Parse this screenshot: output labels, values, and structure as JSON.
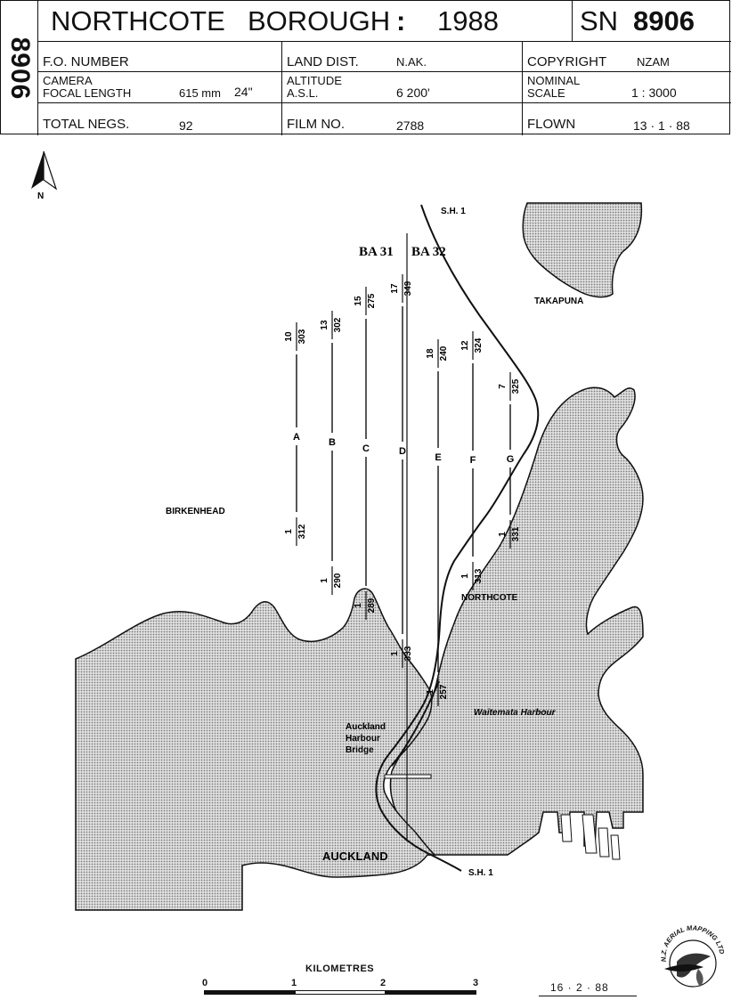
{
  "sheet": {
    "side_code": "8906",
    "title_left": "NORTHCOTE",
    "title_mid": "BOROUGH",
    "title_colon": ":",
    "title_year": "1988",
    "sn_label": "SN",
    "sn_value": "8906"
  },
  "info": {
    "fo_number_label": "F.O. NUMBER",
    "land_dist_label": "LAND DIST.",
    "land_dist_value": "N.AK.",
    "copyright_label": "COPYRIGHT",
    "copyright_value": "NZAM",
    "camera_label_1": "CAMERA",
    "camera_label_2": "FOCAL LENGTH",
    "focal_mm": "615 mm",
    "focal_in": "24\"",
    "altitude_label_1": "ALTITUDE",
    "altitude_label_2": "A.S.L.",
    "altitude_value": "6 200'",
    "scale_label_1": "NOMINAL",
    "scale_label_2": "SCALE",
    "scale_value": "1 : 3000",
    "total_negs_label": "TOTAL NEGS.",
    "total_negs_value": "92",
    "film_no_label": "FILM NO.",
    "film_no_value": "2788",
    "flown_label": "FLOWN",
    "flown_value": "13 · 1 · 88"
  },
  "map": {
    "north_label": "N",
    "sh1_north": "S.H. 1",
    "sh1_south": "S.H. 1",
    "ba31": "BA 31",
    "ba32": "BA 32",
    "takapuna": "TAKAPUNA",
    "birkenhead": "BIRKENHEAD",
    "northcote": "NORTHCOTE",
    "harbour": "Waitemata Harbour",
    "bridge_1": "Auckland",
    "bridge_2": "Harbour",
    "bridge_3": "Bridge",
    "auckland": "AUCKLAND",
    "land_color": "#bdbdbd",
    "runs": [
      {
        "name": "A",
        "top_num": "10",
        "top_frame": "303",
        "bot_num": "1",
        "bot_frame": "312"
      },
      {
        "name": "B",
        "top_num": "13",
        "top_frame": "302",
        "bot_num": "1",
        "bot_frame": "290"
      },
      {
        "name": "C",
        "top_num": "15",
        "top_frame": "275",
        "bot_num": "1",
        "bot_frame": "289"
      },
      {
        "name": "D",
        "top_num": "17",
        "top_frame": "349",
        "bot_num": "1",
        "bot_frame": "333"
      },
      {
        "name": "E",
        "top_num": "18",
        "top_frame": "240",
        "bot_num": "1",
        "bot_frame": "257"
      },
      {
        "name": "F",
        "top_num": "12",
        "top_frame": "324",
        "bot_num": "1",
        "bot_frame": "313"
      },
      {
        "name": "G",
        "top_num": "7",
        "top_frame": "325",
        "bot_num": "1",
        "bot_frame": "331"
      }
    ]
  },
  "scale_bar": {
    "title": "KILOMETRES",
    "ticks": [
      "0",
      "1",
      "2",
      "3"
    ]
  },
  "footer": {
    "date": "16 · 2 · 88",
    "logo_text": "N.Z. AERIAL MAPPING LTD"
  }
}
